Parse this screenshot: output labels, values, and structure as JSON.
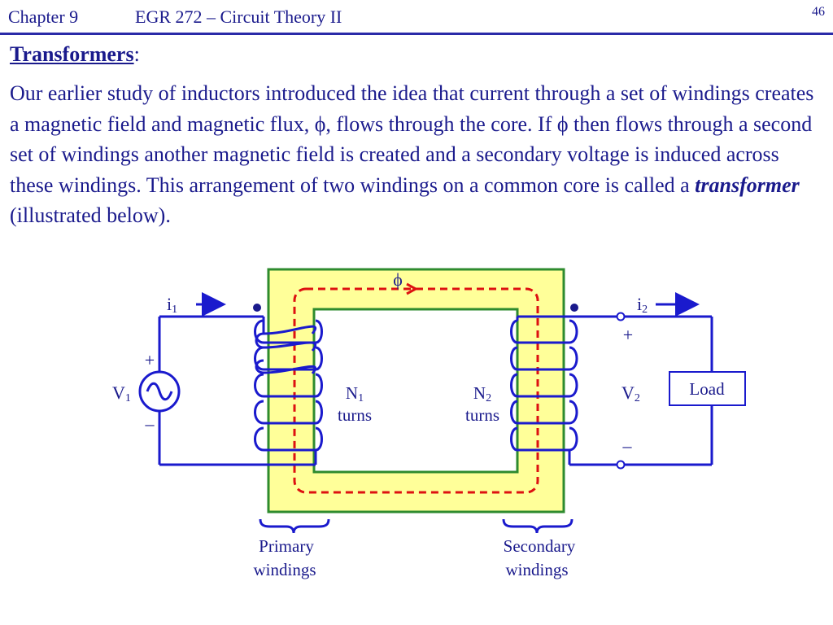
{
  "header": {
    "chapter": "Chapter 9",
    "course": "EGR 272 – Circuit Theory II",
    "page_number": "46"
  },
  "title": "Transformers",
  "title_suffix": ":",
  "paragraph": {
    "text_before": "Our earlier study of inductors introduced the idea that current through a set of windings creates a magnetic field and magnetic flux, ϕ, flows through the core. If ϕ then flows through a second set of windings another magnetic field is created and a secondary voltage is induced across these windings.  This arrangement of two windings on a common core is called a ",
    "emphasis": "transformer",
    "text_after": " (illustrated below)."
  },
  "diagram": {
    "flux_symbol": "ϕ",
    "i1": {
      "base": "i",
      "sub": "1"
    },
    "i2": {
      "base": "i",
      "sub": "2"
    },
    "v1": {
      "base": "V",
      "sub": "1"
    },
    "v2": {
      "base": "V",
      "sub": "2"
    },
    "n1": {
      "base": "N",
      "sub": "1",
      "unit": "turns"
    },
    "n2": {
      "base": "N",
      "sub": "2",
      "unit": "turns"
    },
    "plus": "+",
    "minus": "–",
    "load_label": "Load",
    "primary_label": {
      "line1": "Primary",
      "line2": "windings"
    },
    "secondary_label": {
      "line1": "Secondary",
      "line2": "windings"
    },
    "colors": {
      "core_fill": "#ffff99",
      "core_border": "#2e8b2e",
      "wire": "#1a1acd",
      "flux_path": "#dd1111",
      "text": "#1a1a8c"
    }
  }
}
